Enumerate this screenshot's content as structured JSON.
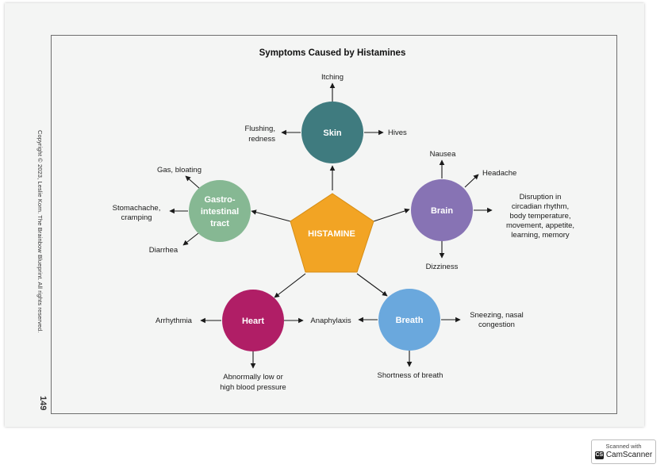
{
  "page": {
    "copyright": "Copyright © 2023, Leslie Korn. The Brainbow Blueprint. All rights reserved.",
    "page_number": "149"
  },
  "diagram": {
    "title": "Symptoms Caused by Histamines",
    "center": {
      "label": "HISTAMINE",
      "color": "#f2a424"
    },
    "nodes": {
      "skin": {
        "label": "Skin",
        "color": "#3f7b7f"
      },
      "brain": {
        "label": "Brain",
        "color": "#8773b4"
      },
      "breath": {
        "label": "Breath",
        "color": "#6aa8dd"
      },
      "heart": {
        "label": "Heart",
        "color": "#b01e66"
      },
      "gi": {
        "line1": "Gastro-",
        "line2": "intestinal",
        "line3": "tract",
        "color": "#86b893"
      }
    },
    "symptoms": {
      "itching": "Itching",
      "flushing1": "Flushing,",
      "flushing2": "redness",
      "hives": "Hives",
      "nausea": "Nausea",
      "headache": "Headache",
      "disruption1": "Disruption in",
      "disruption2": "circadian rhythm,",
      "disruption3": "body temperature,",
      "disruption4": "movement, appetite,",
      "disruption5": "learning, memory",
      "dizziness": "Dizziness",
      "sneezing1": "Sneezing, nasal",
      "sneezing2": "congestion",
      "shortness": "Shortness of breath",
      "anaphylaxis": "Anaphylaxis",
      "arrhythmia": "Arrhythmia",
      "bp1": "Abnormally low or",
      "bp2": "high blood pressure",
      "gas": "Gas, bloating",
      "stomach1": "Stomachache,",
      "stomach2": "cramping",
      "diarrhea": "Diarrhea"
    }
  },
  "scanner": {
    "line1": "Scanned with",
    "brand": "CamScanner",
    "logo": "CS"
  }
}
